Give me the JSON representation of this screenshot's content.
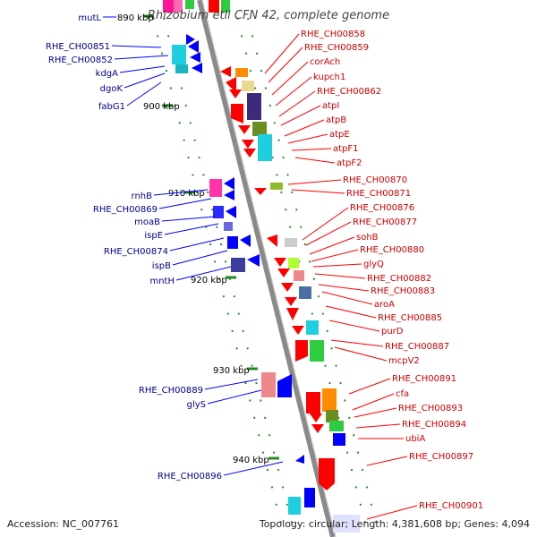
{
  "title": "Rhizobium etli CFN 42, complete genome",
  "footer": {
    "accession": "Accession: NC_007761",
    "summary": "Topology: circular; Length: 4,381,608 bp; Genes: 4,094"
  },
  "ticks": [
    "890 kbp",
    "900 kbp",
    "910 kbp",
    "920 kbp",
    "930 kbp",
    "940 kbp"
  ],
  "left_labels": [
    "mutL",
    "RHE_CH00851",
    "RHE_CH00852",
    "kdgA",
    "dgoK",
    "fabG1",
    "rnhB",
    "RHE_CH00869",
    "moaB",
    "ispE",
    "RHE_CH00874",
    "ispB",
    "mntH",
    "RHE_CH00889",
    "glyS",
    "RHE_CH00896"
  ],
  "right_labels": [
    "RHE_CH00858",
    "RHE_CH00859",
    "corAch",
    "kupch1",
    "RHE_CH00862",
    "atpI",
    "atpB",
    "atpE",
    "atpF1",
    "atpF2",
    "RHE_CH00870",
    "RHE_CH00871",
    "RHE_CH00876",
    "RHE_CH00877",
    "sohB",
    "RHE_CH00880",
    "glyQ",
    "RHE_CH00882",
    "RHE_CH00883",
    "aroA",
    "RHE_CH00885",
    "purD",
    "RHE_CH00887",
    "mcpV2",
    "RHE_CH00891",
    "cfa",
    "RHE_CH00893",
    "RHE_CH00894",
    "ubiA",
    "RHE_CH00897",
    "RHE_CH00901"
  ],
  "colors": {
    "left_label": "#00008b",
    "right_label": "#cc0000",
    "backbone": "#8a8a8a",
    "tick": "#228b22"
  }
}
